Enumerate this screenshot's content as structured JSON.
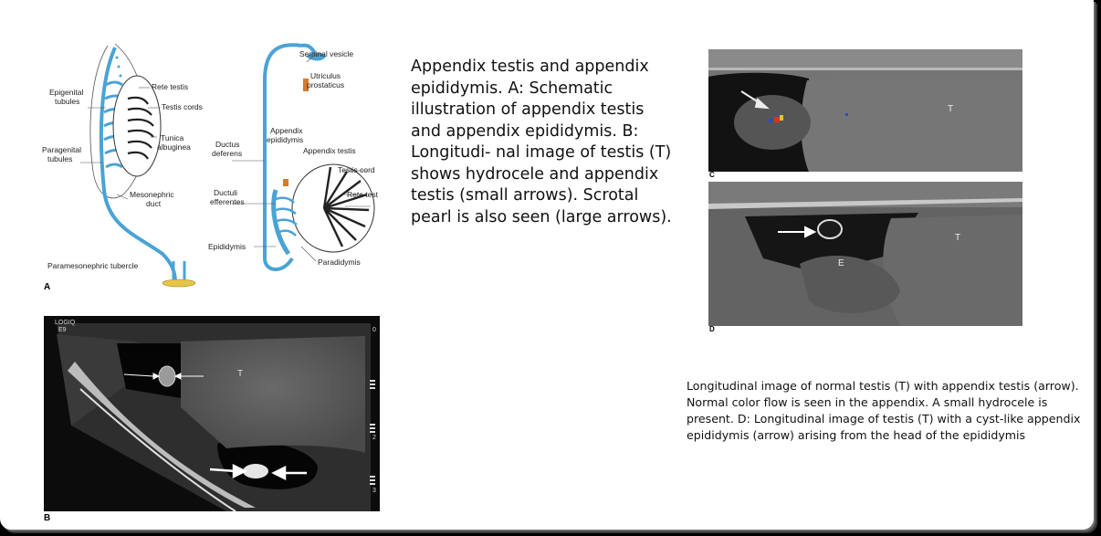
{
  "caption_main": "Appendix testis and appendix epididymis. A: Schematic illustration of appendix testis and appendix epididymis. B: Longitudi- nal image of testis (T) shows hydrocele and appendix testis (small arrows). Scrotal pearl is also seen (large arrows).",
  "caption_small": "Longitudinal image of normal testis (T) with appendix testis (arrow). Normal color flow is seen in the appendix. A small hydrocele is present. D: Longitudinal image of testis (T) with a cyst-like appendix epididymis (arrow) arising from the head of the epididymis",
  "figure_a": {
    "panel_letter": "A",
    "labels": {
      "epigenital_tubules_1": "Epigenital",
      "epigenital_tubules_2": "tubules",
      "rete_testis": "Rete testis",
      "testis_cords": "Testis cords",
      "tunica_1": "Tunica",
      "tunica_2": "albuginea",
      "paragenital_1": "Paragenital",
      "paragenital_2": "tubules",
      "mesonephric_1": "Mesonephric",
      "mesonephric_2": "duct",
      "paramesonephric": "Paramesonephric tubercle",
      "seminal_vesicle": "Seminal vesicle",
      "utriculus_1": "Utriculus",
      "utriculus_2": "prostaticus",
      "ductus_deferens_1": "Ductus",
      "ductus_deferens_2": "deferens",
      "appendix_epididymis_1": "Appendix",
      "appendix_epididymis_2": "epididymis",
      "appendix_testis": "Appendix testis",
      "testis_cord": "Testis cord",
      "ductuli_1": "Ductuli",
      "ductuli_2": "efferentes",
      "rete_test": "Rete test",
      "epididymis": "Epididymis",
      "paradidymis": "Paradidymis"
    }
  },
  "figure_b": {
    "panel_letter": "B",
    "machine_1": "LOGIQ",
    "machine_2": "E9",
    "testis_marker": "T",
    "depth_0": "0",
    "depth_2": "2",
    "depth_3": "3"
  },
  "figure_c": {
    "panel_letter": "C",
    "testis_marker": "T"
  },
  "figure_d": {
    "panel_letter": "D",
    "testis_marker": "T",
    "epididymis_marker": "E"
  },
  "colors": {
    "duct_blue": "#4aa3d6",
    "utriculus_orange": "#d9792b",
    "tubercle_yellow": "#e6c64a",
    "slide_bg": "#ffffff",
    "text": "#111111"
  }
}
